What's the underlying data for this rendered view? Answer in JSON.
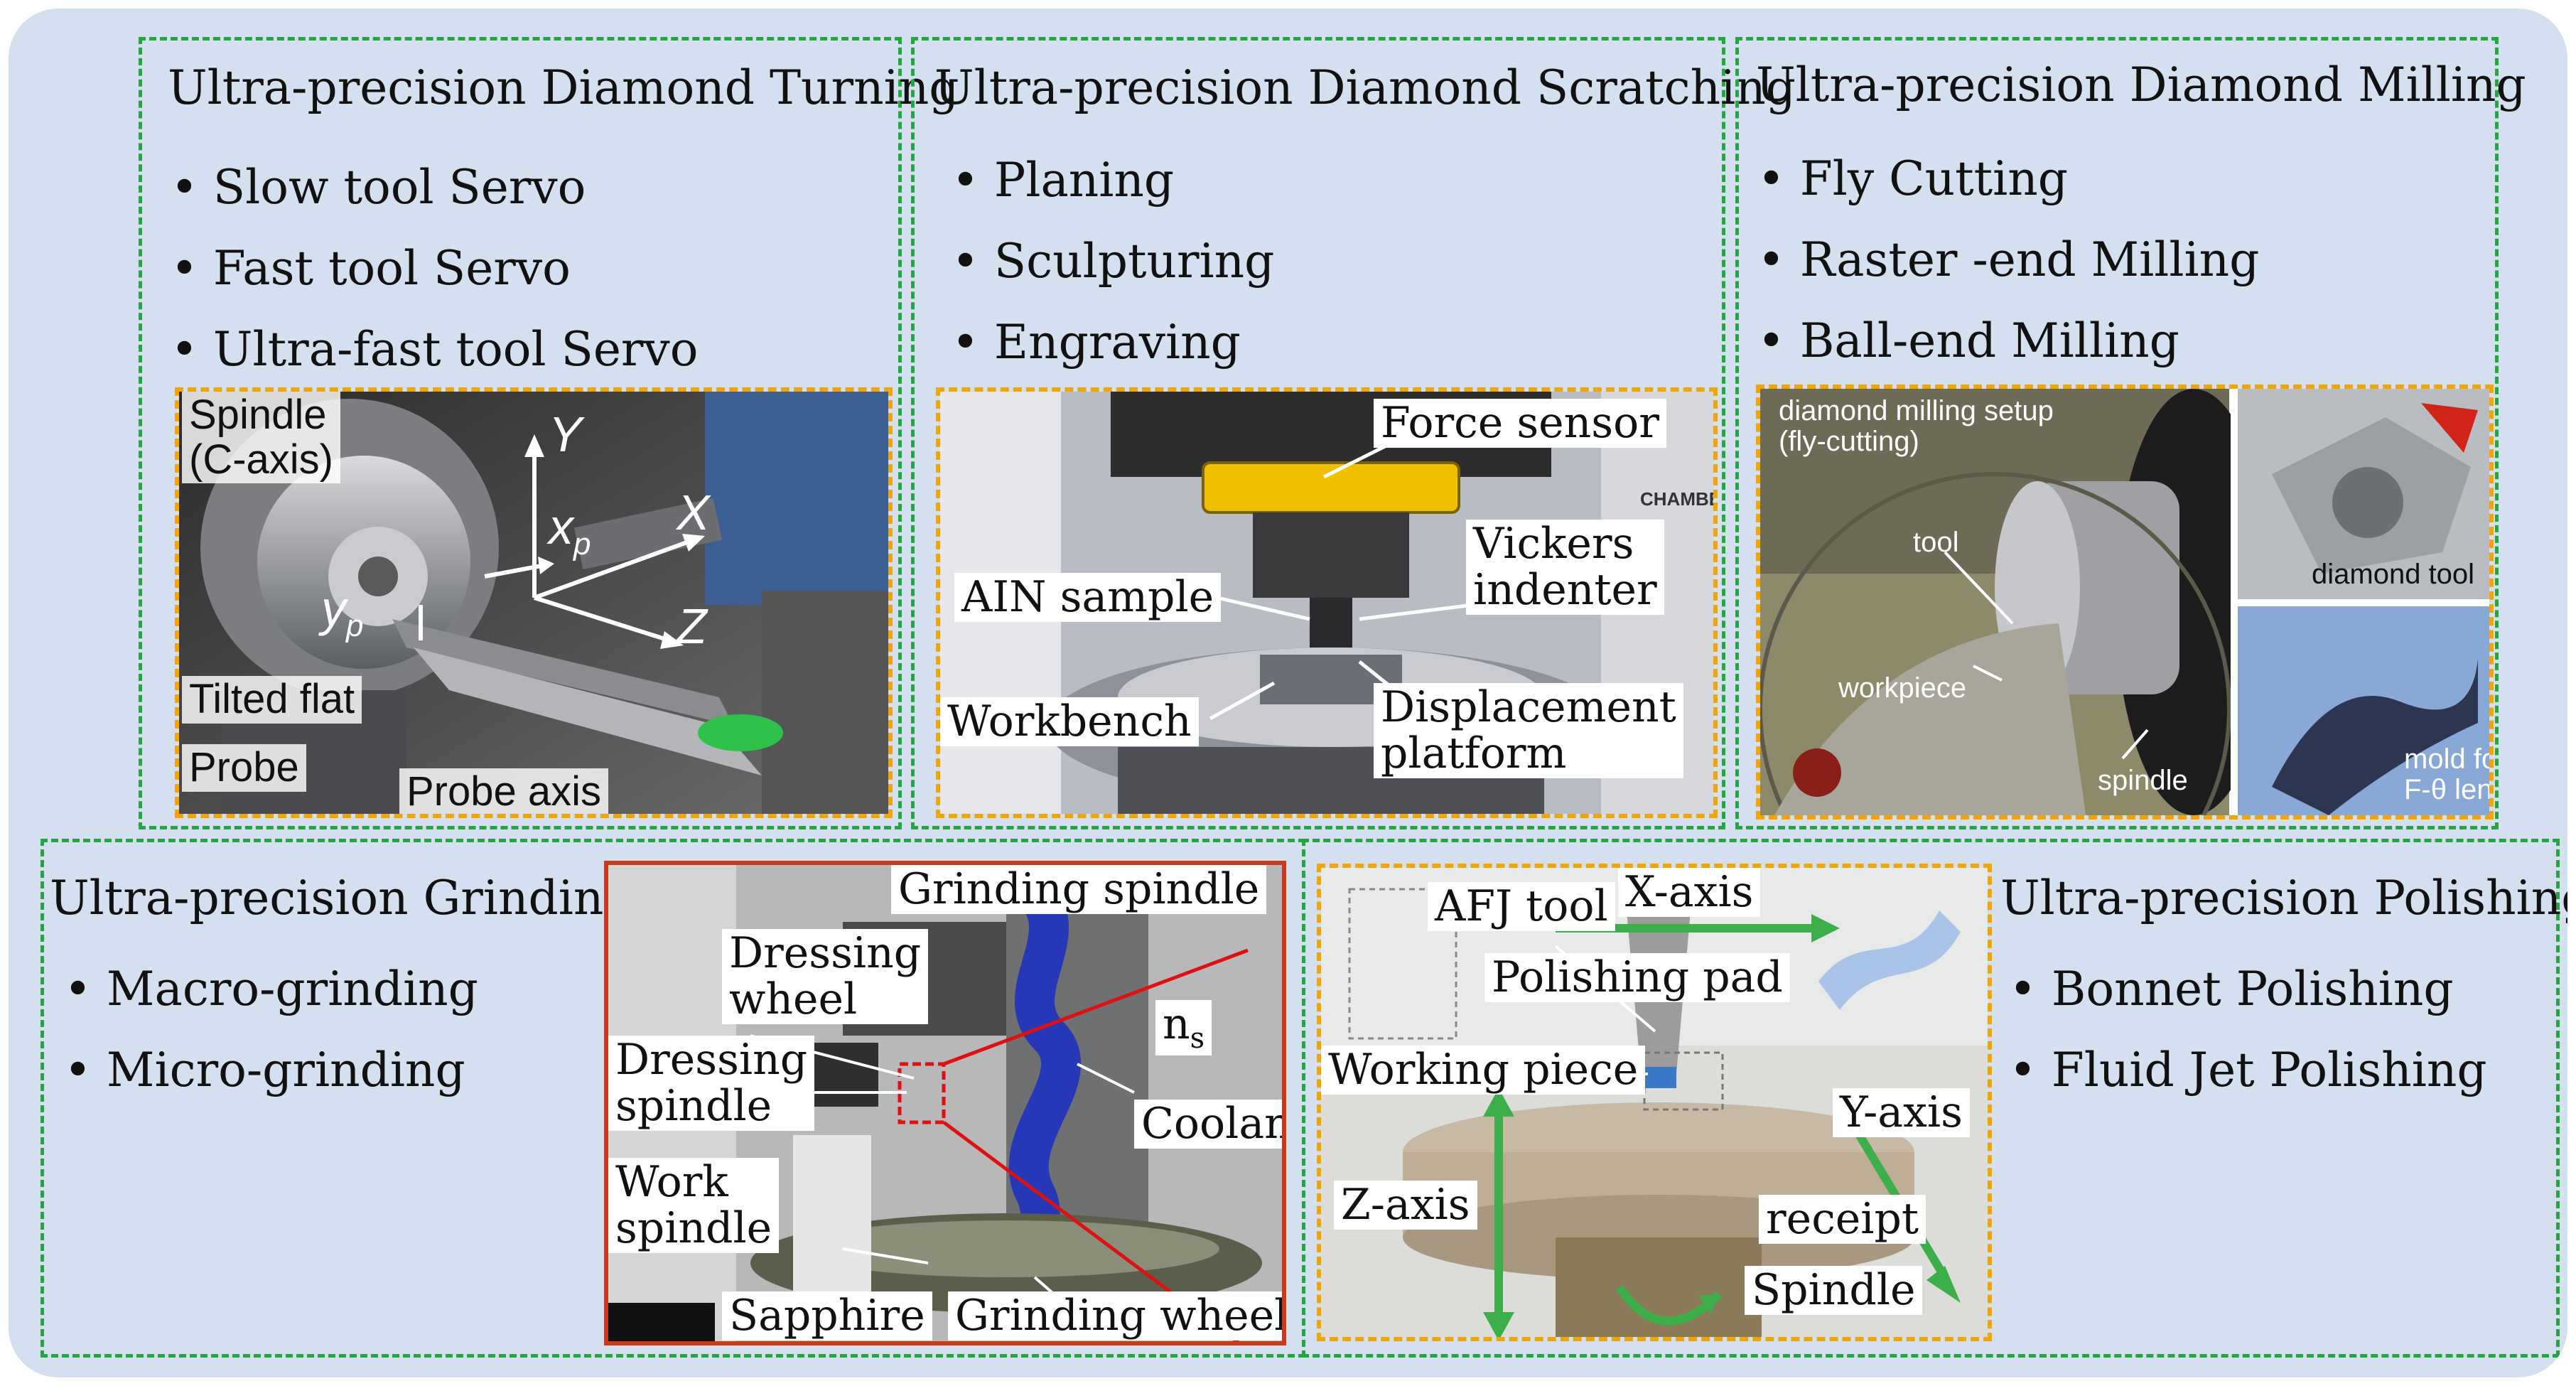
{
  "panels": {
    "turning": {
      "title": "Ultra-precision Diamond Turning",
      "bullets": [
        "Slow tool Servo",
        "Fast tool Servo",
        "Ultra-fast tool Servo"
      ],
      "photo": {
        "labels": [
          "Spindle\n(C-axis)",
          "Tilted flat",
          "Probe",
          "Probe axis"
        ],
        "axes": {
          "y": "Y",
          "x": "X",
          "z": "Z",
          "xp": "x",
          "xp_sub": "p",
          "yp": "y",
          "yp_sub": "p"
        }
      }
    },
    "scratching": {
      "title": "Ultra-precision Diamond Scratching",
      "bullets": [
        "Planing",
        "Sculpturing",
        "Engraving"
      ],
      "photo": {
        "labels": [
          "Force sensor",
          "AIN sample",
          "Vickers\nindenter",
          "Workbench",
          "Displacement\nplatform"
        ],
        "chamber_text": "CHAMBER"
      }
    },
    "milling": {
      "title": "Ultra-precision Diamond Milling",
      "bullets": [
        "Fly Cutting",
        "Raster -end Milling",
        "Ball-end Milling"
      ],
      "photo": {
        "setup_caption": "diamond milling setup\n(fly-cutting)",
        "tool": "tool",
        "workpiece": "workpiece",
        "spindle": "spindle",
        "diamond_tool": "diamond tool",
        "mold": "mold for\nF-θ lens"
      }
    },
    "grinding": {
      "title": "Ultra-precision Grinding",
      "bullets": [
        "Macro-grinding",
        "Micro-grinding"
      ],
      "photo": {
        "labels": [
          "Grinding spindle",
          "Dressing\nwheel",
          "Dressing\nspindle",
          "Coolant",
          "Work\nspindle",
          "Sapphire",
          "Grinding wheel"
        ],
        "ns": "n",
        "ns_sub": "s"
      }
    },
    "polishing": {
      "title": "Ultra-precision Polishing",
      "bullets": [
        "Bonnet Polishing",
        "Fluid Jet Polishing"
      ],
      "photo": {
        "labels": [
          "AFJ tool",
          "X-axis",
          "Polishing pad",
          "Working piece",
          "Y-axis",
          "Z-axis",
          "receipt",
          "Spindle"
        ]
      }
    }
  },
  "colors": {
    "background": "#d4e0f0",
    "panel_border": "#25a53f",
    "photo_border": "#f2a500",
    "arrow_green": "#3cae4a"
  }
}
